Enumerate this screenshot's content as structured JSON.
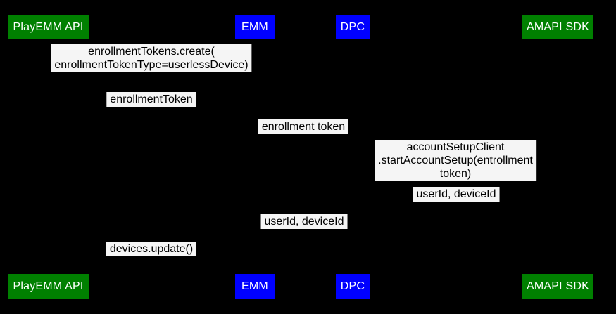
{
  "diagram": {
    "type": "sequence-diagram",
    "background_color": "#000000",
    "message_label_bg": "#f5f5f5",
    "message_text_color": "#000000",
    "actor_text_color": "#ffffff",
    "actors": [
      {
        "label": "PlayEMM API",
        "color": "#008000"
      },
      {
        "label": "EMM",
        "color": "#0000ff"
      },
      {
        "label": "DPC",
        "color": "#0000ff"
      },
      {
        "label": "AMAPI SDK",
        "color": "#008000"
      }
    ],
    "messages": [
      {
        "text": "enrollmentTokens.create(\nenrollmentTokenType=userlessDevice)"
      },
      {
        "text": "enrollmentToken"
      },
      {
        "text": "enrollment token"
      },
      {
        "text": "accountSetupClient\n.startAccountSetup(entrollment token)"
      },
      {
        "text": "userId, deviceId"
      },
      {
        "text": "userId, deviceId"
      },
      {
        "text": "devices.update()"
      }
    ]
  }
}
